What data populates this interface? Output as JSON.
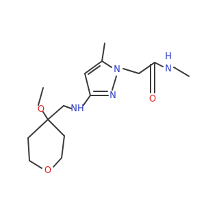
{
  "atom_colors": {
    "N": "#2b3cc8",
    "O": "#e02020",
    "bond": "#3a3a3a"
  },
  "atoms": {
    "pyrazole_n1": "N",
    "pyrazole_n2": "N",
    "amine_nh": "NH",
    "amide_nh_n": "N",
    "amide_nh_h": "H",
    "carbonyl_o": "O",
    "methoxy_o": "O",
    "ring_o": "O"
  }
}
